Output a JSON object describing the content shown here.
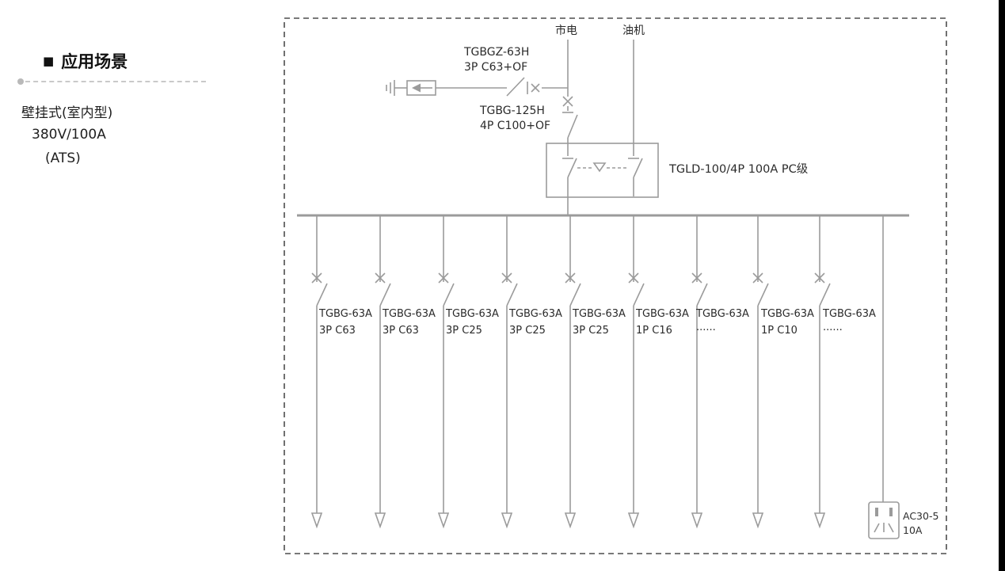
{
  "colors": {
    "line": "#9b9b9b",
    "border": "#4d4d4d",
    "text": "#2b2b2b"
  },
  "sidebar": {
    "bullet": "■",
    "heading": "应用场景",
    "lines": [
      "壁挂式(室内型)",
      "380V/100A",
      "(ATS)"
    ]
  },
  "diagram": {
    "sources": [
      "市电",
      "油机"
    ],
    "spd_breaker": {
      "model": "TGBGZ-63H",
      "spec": "3P C63+OF"
    },
    "incoming_breaker": {
      "model": "TGBG-125H",
      "spec": "4P C100+OF"
    },
    "ats_label": "TGLD-100/4P 100A PC级",
    "feeders": [
      {
        "model": "TGBG-63A",
        "spec": "3P C63"
      },
      {
        "model": "TGBG-63A",
        "spec": "3P C63"
      },
      {
        "model": "TGBG-63A",
        "spec": "3P C25"
      },
      {
        "model": "TGBG-63A",
        "spec": "3P C25"
      },
      {
        "model": "TGBG-63A",
        "spec": "3P C25"
      },
      {
        "model": "TGBG-63A",
        "spec": "1P C16"
      },
      {
        "model": "TGBG-63A",
        "spec": "······"
      },
      {
        "model": "TGBG-63A",
        "spec": "1P C10"
      },
      {
        "model": "TGBG-63A",
        "spec": "······"
      }
    ],
    "socket": {
      "model": "AC30-5",
      "rating": "10A"
    }
  }
}
